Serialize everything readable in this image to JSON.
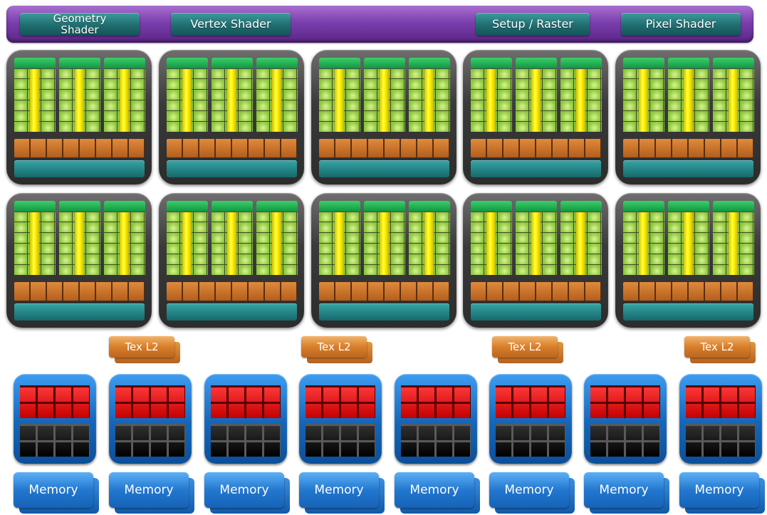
{
  "stages": {
    "geometry_shader": "Geometry\nShader",
    "vertex_shader": "Vertex Shader",
    "setup_raster": "Setup / Raster",
    "pixel_shader": "Pixel Shader"
  },
  "tex_l2": [
    "Tex L2",
    "Tex L2",
    "Tex L2",
    "Tex L2"
  ],
  "memory": [
    "Memory",
    "Memory",
    "Memory",
    "Memory",
    "Memory",
    "Memory",
    "Memory",
    "Memory"
  ],
  "colors": {
    "top_bar": "#7b3fae",
    "stage_button": "#1f6d70",
    "sm_header": "#119641",
    "sm_cells": "#8dc63f",
    "sm_bar": "#fff100",
    "texture_units": "#d77e2b",
    "l1_cache": "#16686b",
    "rop_red": "#c40000",
    "rop_black": "#000000",
    "memory": "#2377cf"
  },
  "counts": {
    "tpc_clusters": 10,
    "sm_per_tpc": 3,
    "rop_partitions": 8
  }
}
